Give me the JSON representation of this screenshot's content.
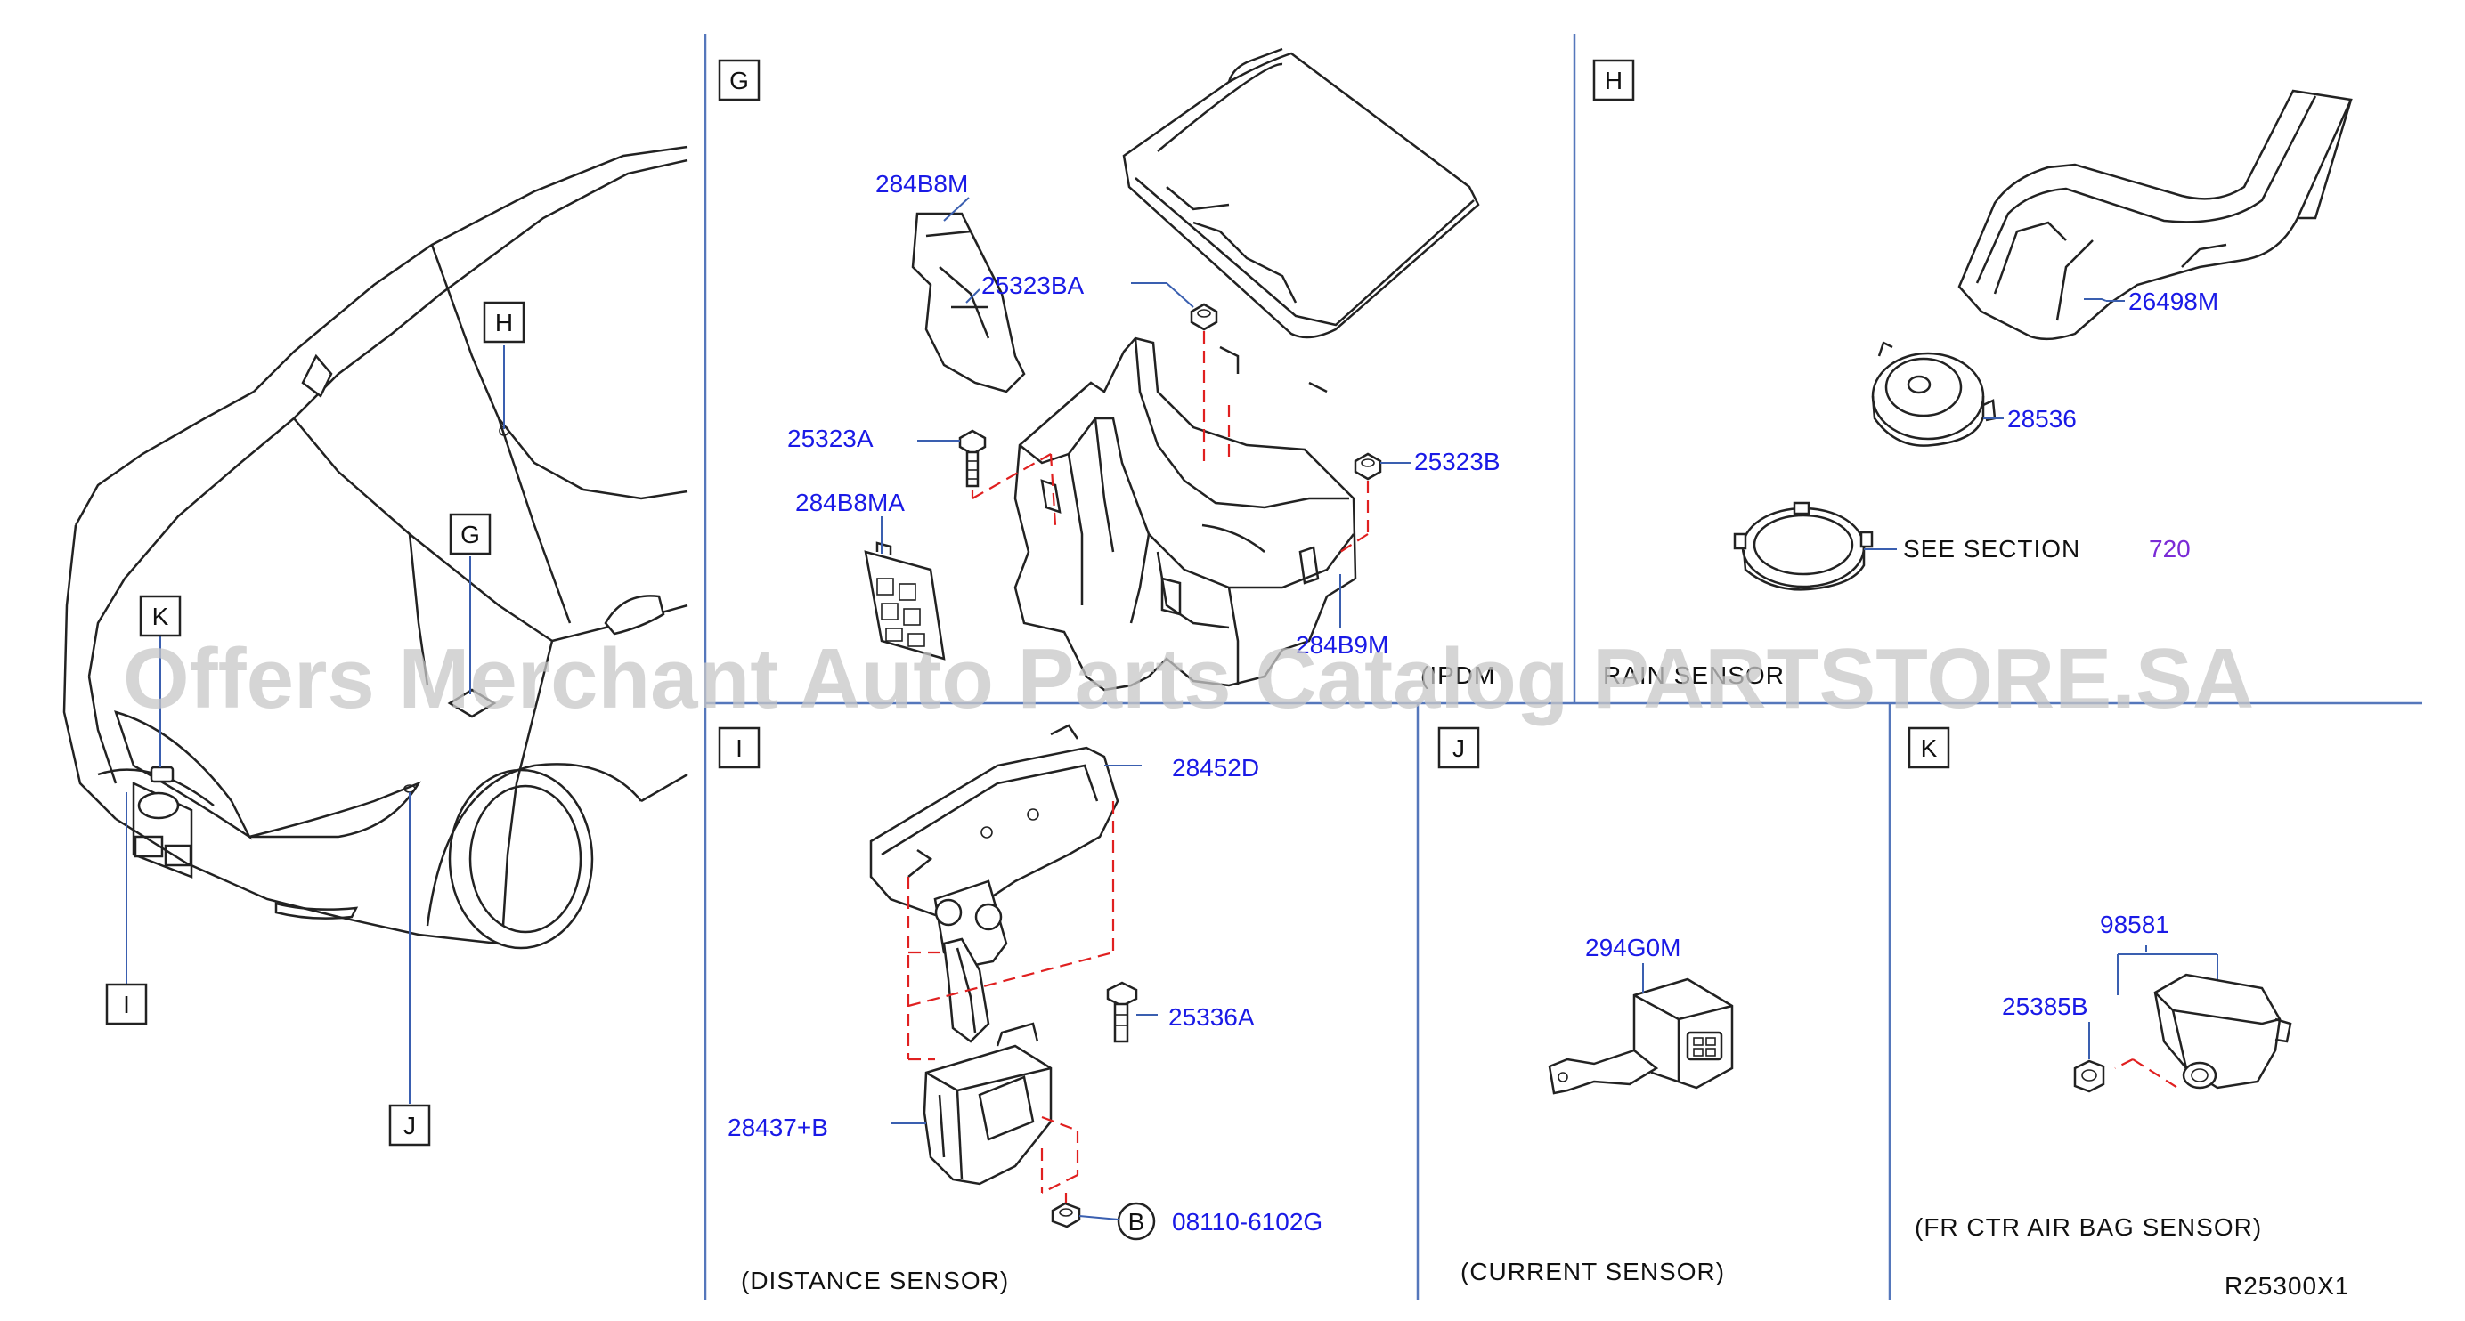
{
  "sections": {
    "G": "G",
    "H": "H",
    "I": "I",
    "J": "J",
    "K": "K"
  },
  "car_callouts": {
    "H": "H",
    "G": "G",
    "K": "K",
    "I": "I",
    "J": "J"
  },
  "parts": {
    "p284B8M": "284B8M",
    "p25323BA": "25323BA",
    "p25323A": "25323A",
    "p284B8MA": "284B8MA",
    "p25323B": "25323B",
    "p284B9M": "284B9M",
    "p26498M": "26498M",
    "p28536": "28536",
    "p28452D": "28452D",
    "p25336A": "25336A",
    "p28437B": "28437+B",
    "p08110": "08110-6102G",
    "p294G0M": "294G0M",
    "p98581": "98581",
    "p25385B": "25385B"
  },
  "labels": {
    "see_section": "SEE   SECTION",
    "section_num": "720",
    "ipdm": "(IPDM",
    "rain_sensor": "RAIN   SENSOR",
    "distance_sensor": "(DISTANCE   SENSOR)",
    "current_sensor": "(CURRENT   SENSOR)",
    "fr_ctr_airbag": "(FR   CTR   AIR   BAG   SENSOR)",
    "b_marker": "B",
    "ref_code": "R25300X1"
  },
  "watermark": "Offers Merchant Auto Parts Catalog PARTSTORE.SA",
  "colors": {
    "part_number": "#1a1ae6",
    "section_link": "#7a2bd6",
    "dashed_guides": "#e02020",
    "separators": "#5577bb"
  }
}
